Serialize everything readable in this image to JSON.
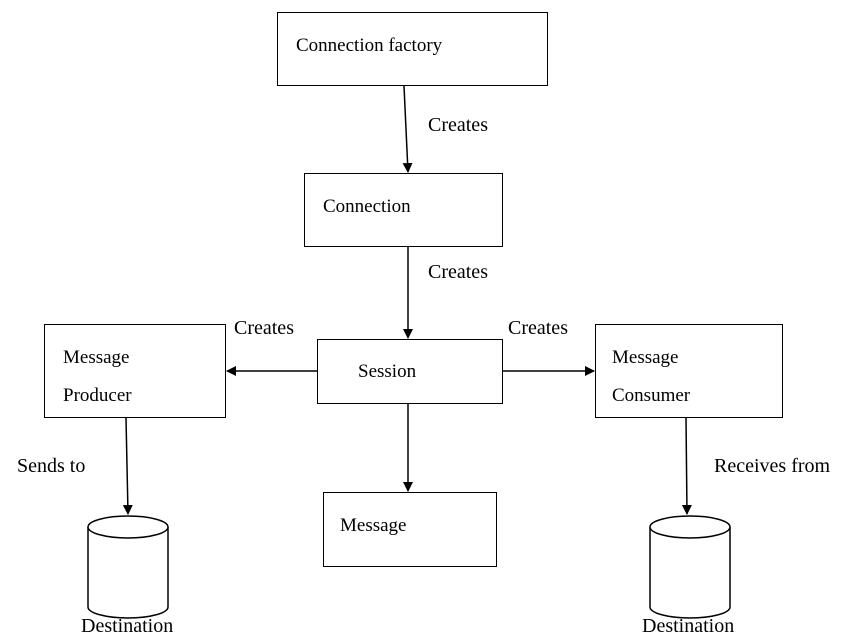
{
  "nodes": {
    "connection_factory": "Connection factory",
    "connection": "Connection",
    "session": "Session",
    "message": "Message",
    "producer_line1": "Message",
    "producer_line2": "Producer",
    "consumer_line1": "Message",
    "consumer_line2": "Consumer"
  },
  "edges": {
    "factory_to_connection": "Creates",
    "connection_to_session": "Creates",
    "session_to_producer": "Creates",
    "session_to_consumer": "Creates",
    "producer_to_destination": "Sends to",
    "consumer_from_destination": "Receives from"
  },
  "destinations": {
    "left": "Destination",
    "right": "Destination"
  }
}
